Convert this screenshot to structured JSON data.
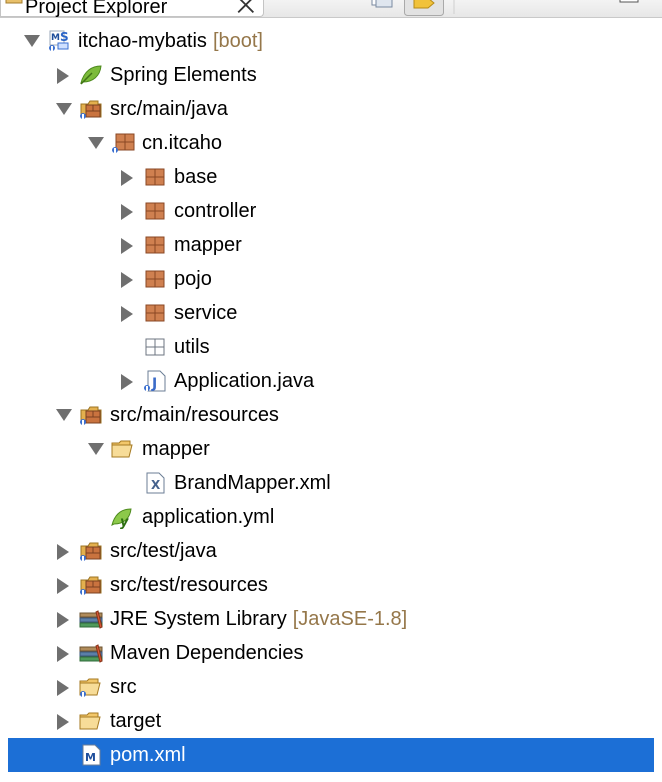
{
  "view": {
    "title": "Project Explorer",
    "close_label": "⨉"
  },
  "colors": {
    "selection": "#1c6fd6",
    "decoration": "#95774a",
    "package": "#b86a3d",
    "folder": "#d9a441"
  },
  "tree": [
    {
      "label": "itchao-mybatis",
      "decoration": "[boot]",
      "depth": 0,
      "twisty": "expanded",
      "icon": "maven-project-icon"
    },
    {
      "label": "Spring Elements",
      "depth": 1,
      "twisty": "collapsed",
      "icon": "spring-leaf-icon"
    },
    {
      "label": "src/main/java",
      "depth": 1,
      "twisty": "expanded",
      "icon": "source-folder-icon"
    },
    {
      "label": "cn.itcaho",
      "depth": 2,
      "twisty": "expanded",
      "icon": "package-icon-info"
    },
    {
      "label": "base",
      "depth": 3,
      "twisty": "collapsed",
      "icon": "package-icon"
    },
    {
      "label": "controller",
      "depth": 3,
      "twisty": "collapsed",
      "icon": "package-icon"
    },
    {
      "label": "mapper",
      "depth": 3,
      "twisty": "collapsed",
      "icon": "package-icon"
    },
    {
      "label": "pojo",
      "depth": 3,
      "twisty": "collapsed",
      "icon": "package-icon"
    },
    {
      "label": "service",
      "depth": 3,
      "twisty": "collapsed",
      "icon": "package-icon"
    },
    {
      "label": "utils",
      "depth": 3,
      "twisty": "none",
      "icon": "empty-package-icon"
    },
    {
      "label": "Application.java",
      "depth": 3,
      "twisty": "collapsed",
      "icon": "java-file-icon"
    },
    {
      "label": "src/main/resources",
      "depth": 1,
      "twisty": "expanded",
      "icon": "source-folder-icon"
    },
    {
      "label": "mapper",
      "depth": 2,
      "twisty": "expanded",
      "icon": "open-folder-icon"
    },
    {
      "label": "BrandMapper.xml",
      "depth": 3,
      "twisty": "none",
      "icon": "xml-file-icon"
    },
    {
      "label": "application.yml",
      "depth": 2,
      "twisty": "none",
      "icon": "yml-file-icon"
    },
    {
      "label": "src/test/java",
      "depth": 1,
      "twisty": "collapsed",
      "icon": "source-folder-icon"
    },
    {
      "label": "src/test/resources",
      "depth": 1,
      "twisty": "collapsed",
      "icon": "source-folder-icon"
    },
    {
      "label": "JRE System Library",
      "decoration": "[JavaSE-1.8]",
      "depth": 1,
      "twisty": "collapsed",
      "icon": "library-icon"
    },
    {
      "label": "Maven Dependencies",
      "depth": 1,
      "twisty": "collapsed",
      "icon": "library-icon"
    },
    {
      "label": "src",
      "depth": 1,
      "twisty": "collapsed",
      "icon": "folder-info-icon"
    },
    {
      "label": "target",
      "depth": 1,
      "twisty": "collapsed",
      "icon": "open-folder-icon"
    },
    {
      "label": "pom.xml",
      "depth": 1,
      "twisty": "none",
      "icon": "pom-file-icon",
      "selected": true
    }
  ]
}
